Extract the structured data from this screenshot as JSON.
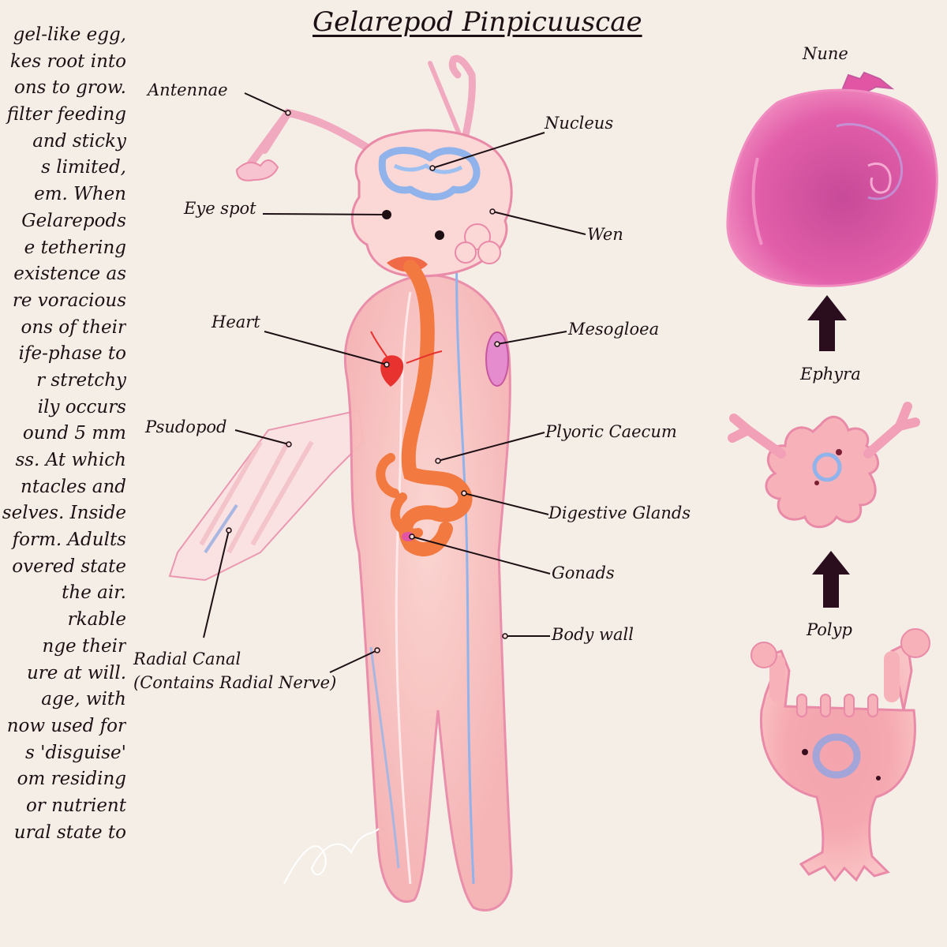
{
  "title": "Gelarepod Pinpicuuscae",
  "description_lines": [
    "gel-like egg,",
    "kes root into",
    "ons to grow.",
    "filter feeding",
    "and sticky",
    "s limited,",
    "em. When",
    "Gelarepods",
    "e tethering",
    "existence as",
    "re voracious",
    "ons of their",
    "ife-phase to",
    "r stretchy",
    "ily occurs",
    "ound 5 mm",
    "ss. At which",
    "ntacles and",
    "selves. Inside",
    "form. Adults",
    "overed state",
    "the air.",
    "rkable",
    "nge their",
    "ure at will.",
    "age, with",
    "now used for",
    "s 'disguise'",
    "om residing",
    "or nutrient",
    "ural state to"
  ],
  "labels": {
    "antennae": "Antennae",
    "nucleus": "Nucleus",
    "eye_spot": "Eye spot",
    "wen": "Wen",
    "heart": "Heart",
    "mesogloea": "Mesogloea",
    "psudopod": "Psudopod",
    "plyoric_caecum": "Plyoric Caecum",
    "digestive_glands": "Digestive Glands",
    "gonads": "Gonads",
    "body_wall": "Body wall",
    "radial_canal_1": "Radial Canal",
    "radial_canal_2": "(Contains Radial Nerve)"
  },
  "life_cycle": {
    "nune": "Nune",
    "ephyra": "Ephyra",
    "polyp": "Polyp"
  },
  "colors": {
    "background": "#f5eee7",
    "body_pink": "#f7b3b8",
    "outline": "#e98aa8",
    "gut_orange": "#f2793f",
    "heart_red": "#e8322f",
    "canal_blue": "#8fb3ea",
    "nune_magenta": "#e155a4",
    "arrow": "#2a0e1e"
  }
}
